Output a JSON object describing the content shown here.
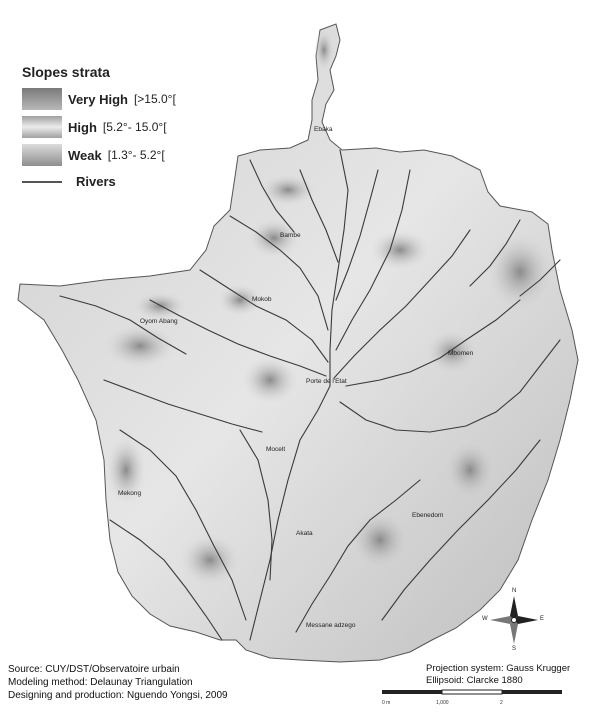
{
  "legend": {
    "title": "Slopes strata",
    "very_high": {
      "label": "Very High",
      "range": "[>15.0°["
    },
    "high": {
      "label": "High",
      "range": "[5.2°- 15.0°["
    },
    "weak": {
      "label": "Weak",
      "range": "[1.3°- 5.2°["
    },
    "rivers": "Rivers"
  },
  "places": {
    "ebaka": "Ebaka",
    "bambe": "Bambe",
    "mokob": "Mokob",
    "oyom_abang": "Oyom Abang",
    "mbomen": "Mbomen",
    "porte_etat": "Porte de l'Etat",
    "mocelt": "Mocelt",
    "mekong": "Mekong",
    "akata": "Akata",
    "ebenedom": "Ebenedom",
    "messane_adzego": "Messane adzego"
  },
  "credits": {
    "source": "Source: CUY/DST/Observatoire urbain",
    "method": "Modeling method: Delaunay Triangulation",
    "design": "Designing and production: Nguendo Yongsi, 2009"
  },
  "projection": {
    "system": "Projection system: Gauss Krugger",
    "ellipsoid": "Ellipsoid: Clarcke 1880"
  },
  "scale": {
    "ticks": [
      "0 m",
      "1,000",
      "2"
    ]
  },
  "compass": {
    "n": "N",
    "s": "S",
    "e": "E",
    "w": "W"
  }
}
